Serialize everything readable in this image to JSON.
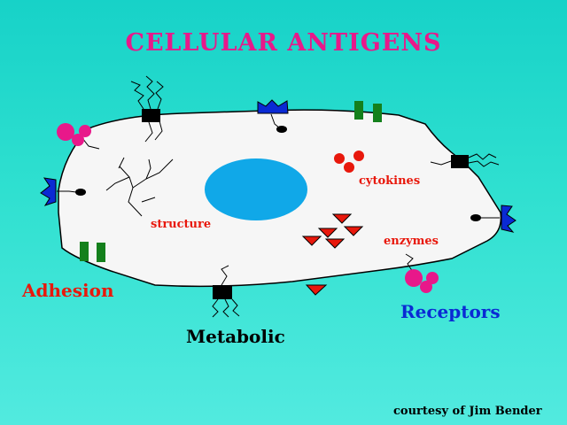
{
  "title": "CELLULAR ANTIGENS",
  "labels": {
    "adhesion": "Adhesion",
    "metabolic": "Metabolic",
    "receptors": "Receptors",
    "structure": "structure",
    "cytokines": "cytokines",
    "enzymes": "enzymes"
  },
  "credit": "courtesy of Jim Bender",
  "colors": {
    "title": "#e8188a",
    "adhesion": "#e8180c",
    "metabolic": "#000000",
    "receptors": "#0a2ad4",
    "small_labels": "#e8180c",
    "credit": "#000000",
    "cell_fill": "#f6f6f6",
    "nucleus": "#10a8e8",
    "adhesion_marker": "#14801c",
    "receptor_marker": "#0a2ad4",
    "pink_marker": "#e8188a",
    "red_marker": "#e8180c"
  },
  "icons": [
    "cell-body",
    "nucleus",
    "black-antigen-block",
    "blue-receptor-marker",
    "green-adhesion-bars",
    "pink-circle-cluster",
    "cytokine-dots",
    "enzyme-triangles"
  ]
}
